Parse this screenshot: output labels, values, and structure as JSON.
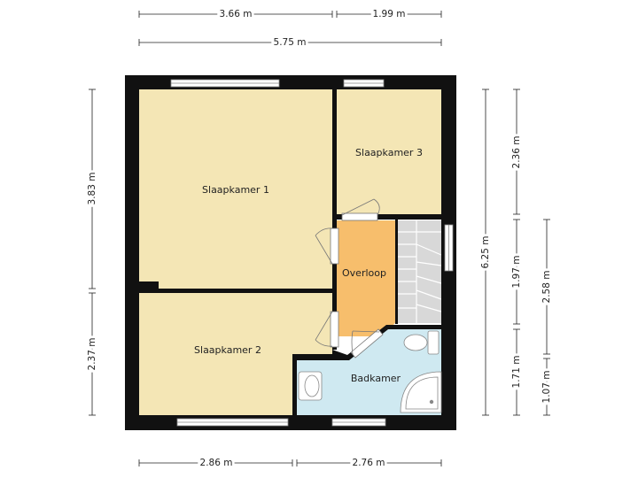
{
  "rooms": {
    "slaapkamer1": "Slaapkamer 1",
    "slaapkamer2": "Slaapkamer 2",
    "slaapkamer3": "Slaapkamer 3",
    "overloop": "Overloop",
    "badkamer": "Badkamer"
  },
  "dimensions": {
    "top_left": "3.66 m",
    "top_right": "1.99 m",
    "top_total": "5.75 m",
    "bottom_left": "2.86 m",
    "bottom_right": "2.76 m",
    "left_upper": "3.83 m",
    "left_lower": "2.37 m",
    "right_total": "6.25 m",
    "right_a1": "2.36 m",
    "right_a2": "1.97 m",
    "right_a3": "1.71 m",
    "right_b1": "2.58 m",
    "right_b2": "1.07 m"
  },
  "colors": {
    "wall": "#111111",
    "bedroom": "#f4e6b5",
    "landing": "#f7be6c",
    "bathroom": "#cfe9f1",
    "stair": "#d8d8d8"
  }
}
